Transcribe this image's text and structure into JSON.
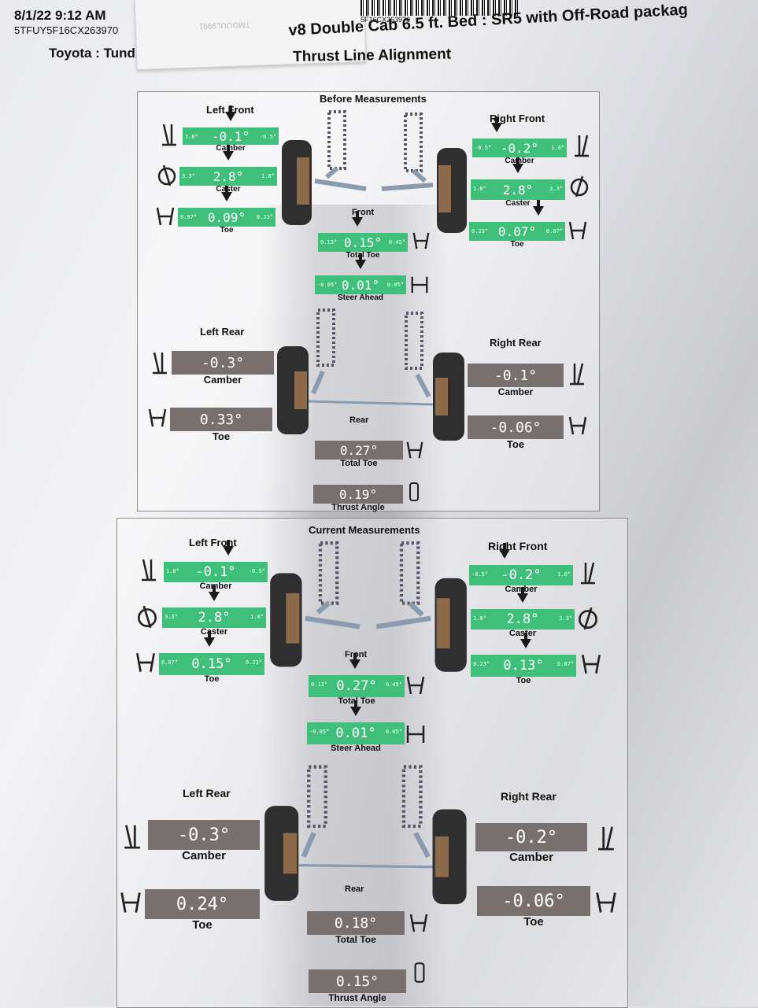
{
  "header": {
    "datetime": "8/1/22 9:12 AM",
    "vin": "5TFUY5F16CX263970",
    "make_model": "Toyota : Tund",
    "barcode_vin": "5F16CX263970",
    "sticker_text": "TMO/JUL9991",
    "title_line1": "v8 Double Cab 6.5 ft. Bed : SR5 with Off-Road packag",
    "title_line2": "Thrust Line Alignment"
  },
  "colors": {
    "in_spec": "#3fbf79",
    "no_spec": "#77706e"
  },
  "before": {
    "title": "Before Measurements",
    "left_front": {
      "label": "Left Front",
      "camber": {
        "value": "-0.1°",
        "min": "1.0°",
        "max": "-0.5°",
        "name": "Camber"
      },
      "caster": {
        "value": "2.8°",
        "min": "3.3°",
        "max": "1.8°",
        "name": "Caster"
      },
      "toe": {
        "value": "0.09°",
        "min": "0.07°",
        "max": "0.23°",
        "name": "Toe"
      }
    },
    "right_front": {
      "label": "Right Front",
      "camber": {
        "value": "-0.2°",
        "min": "-0.5°",
        "max": "1.0°",
        "name": "Camber"
      },
      "caster": {
        "value": "2.8°",
        "min": "1.8°",
        "max": "3.3°",
        "name": "Caster"
      },
      "toe": {
        "value": "0.07°",
        "min": "0.23°",
        "max": "0.07°",
        "name": "Toe"
      }
    },
    "front": {
      "label": "Front",
      "total_toe": {
        "value": "0.15°",
        "min": "0.13°",
        "max": "0.45°",
        "name": "Total Toe"
      },
      "steer_ahead": {
        "value": "0.01°",
        "min": "-0.05°",
        "max": "0.05°",
        "name": "Steer Ahead"
      }
    },
    "left_rear": {
      "label": "Left Rear",
      "camber": {
        "value": "-0.3°",
        "name": "Camber"
      },
      "toe": {
        "value": "0.33°",
        "name": "Toe"
      }
    },
    "right_rear": {
      "label": "Right Rear",
      "camber": {
        "value": "-0.1°",
        "name": "Camber"
      },
      "toe": {
        "value": "-0.06°",
        "name": "Toe"
      }
    },
    "rear": {
      "label": "Rear",
      "total_toe": {
        "value": "0.27°",
        "name": "Total Toe"
      },
      "thrust_angle": {
        "value": "0.19°",
        "name": "Thrust Angle"
      }
    }
  },
  "current": {
    "title": "Current Measurements",
    "left_front": {
      "label": "Left Front",
      "camber": {
        "value": "-0.1°",
        "min": "1.0°",
        "max": "-0.5°",
        "name": "Camber"
      },
      "caster": {
        "value": "2.8°",
        "min": "3.3°",
        "max": "1.8°",
        "name": "Caster"
      },
      "toe": {
        "value": "0.15°",
        "min": "0.07°",
        "max": "0.23°",
        "name": "Toe"
      }
    },
    "right_front": {
      "label": "Right Front",
      "camber": {
        "value": "-0.2°",
        "min": "-0.5°",
        "max": "1.0°",
        "name": "Camber"
      },
      "caster": {
        "value": "2.8°",
        "min": "1.8°",
        "max": "3.3°",
        "name": "Caster"
      },
      "toe": {
        "value": "0.13°",
        "min": "0.23°",
        "max": "0.07°",
        "name": "Toe"
      }
    },
    "front": {
      "label": "Front",
      "total_toe": {
        "value": "0.27°",
        "min": "0.13°",
        "max": "0.45°",
        "name": "Total Toe"
      },
      "steer_ahead": {
        "value": "0.01°",
        "min": "-0.05°",
        "max": "0.05°",
        "name": "Steer Ahead"
      }
    },
    "left_rear": {
      "label": "Left Rear",
      "camber": {
        "value": "-0.3°",
        "name": "Camber"
      },
      "toe": {
        "value": "0.24°",
        "name": "Toe"
      }
    },
    "right_rear": {
      "label": "Right Rear",
      "camber": {
        "value": "-0.2°",
        "name": "Camber"
      },
      "toe": {
        "value": "-0.06°",
        "name": "Toe"
      }
    },
    "rear": {
      "label": "Rear",
      "total_toe": {
        "value": "0.18°",
        "name": "Total Toe"
      },
      "thrust_angle": {
        "value": "0.15°",
        "name": "Thrust Angle"
      }
    }
  }
}
